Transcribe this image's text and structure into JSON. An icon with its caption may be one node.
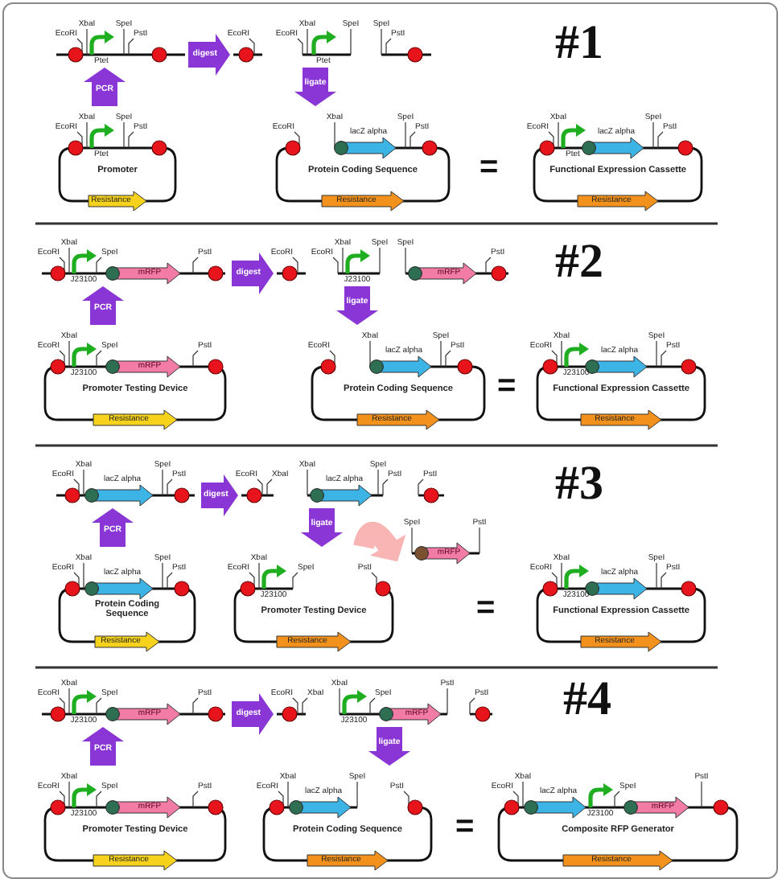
{
  "diagram": {
    "nodes": [
      {
        "text": [
          "EcoRI",
          "XbaI",
          "Ptet",
          "SpeI",
          "PstI"
        ]
      },
      {
        "text": [
          "EcoRI",
          "XbaI",
          "Ptet",
          "SpeI",
          "PstI",
          "Promoter",
          "Resistance"
        ]
      },
      {
        "text": [
          "EcoRI"
        ]
      },
      {
        "text": [
          "EcoRI",
          "XbaI",
          "Ptet",
          "SpeI"
        ]
      },
      {
        "text": [
          "SpeI",
          "PstI"
        ]
      },
      {
        "text": [
          "EcoRI",
          "XbaI",
          "lacZ alpha",
          "SpeI",
          "PstI",
          "Protein Coding Sequence",
          "Resistance"
        ]
      },
      {
        "text": [
          "EcoRI",
          "XbaI",
          "Ptet",
          "lacZ alpha",
          "SpeI",
          "PstI",
          "Functional Expression Cassette",
          "Resistance"
        ]
      },
      {
        "text": [
          "EcoRI",
          "XbaI",
          "J23100",
          "SpeI",
          "mRFP",
          "PstI"
        ]
      },
      {
        "text": [
          "EcoRI",
          "XbaI",
          "J23100",
          "SpeI",
          "mRFP",
          "PstI",
          "Promoter Testing Device",
          "Resistance"
        ]
      },
      {
        "text": [
          "EcoRI"
        ]
      },
      {
        "text": [
          "EcoRI",
          "XbaI",
          "J23100",
          "SpeI"
        ]
      },
      {
        "text": [
          "SpeI",
          "mRFP",
          "PstI"
        ]
      },
      {
        "text": [
          "EcoRI",
          "XbaI",
          "lacZ alpha",
          "SpeI",
          "PstI",
          "Protein Coding Sequence",
          "Resistance"
        ]
      },
      {
        "text": [
          "EcoRI",
          "XbaI",
          "J23100",
          "lacZ alpha",
          "SpeI",
          "PstI",
          "Functional Expression Cassette",
          "Resistance"
        ]
      },
      {
        "text": [
          "EcoRI",
          "XbaI",
          "lacZ alpha",
          "SpeI",
          "PstI"
        ]
      },
      {
        "text": [
          "EcoRI",
          "XbaI",
          "lacZ alpha",
          "SpeI",
          "PstI",
          "Protein Coding Sequence",
          "Resistance"
        ]
      },
      {
        "text": [
          "EcoRI",
          "XbaI"
        ]
      },
      {
        "text": [
          "XbaI",
          "lacZ alpha",
          "SpeI",
          "PstI"
        ]
      },
      {
        "text": [
          "PstI"
        ]
      },
      {
        "text": [
          "EcoRI",
          "XbaI",
          "J23100",
          "SpeI",
          "PstI",
          "Promoter Testing Device",
          "Resistance"
        ]
      },
      {
        "text": [
          "SpeI",
          "mRFP",
          "PstI"
        ]
      },
      {
        "text": [
          "EcoRI",
          "XbaI",
          "J23100",
          "lacZ alpha",
          "SpeI",
          "PstI",
          "Functional Expression Cassette",
          "Resistance"
        ]
      },
      {
        "text": [
          "EcoRI",
          "XbaI",
          "J23100",
          "SpeI",
          "mRFP",
          "PstI"
        ]
      },
      {
        "text": [
          "EcoRI",
          "XbaI",
          "J23100",
          "SpeI",
          "mRFP",
          "PstI",
          "Promoter Testing Device",
          "Resistance"
        ]
      },
      {
        "text": [
          "EcoRI",
          "XbaI"
        ]
      },
      {
        "text": [
          "XbaI",
          "J23100",
          "SpeI",
          "mRFP",
          "PstI"
        ]
      },
      {
        "text": [
          "PstI"
        ]
      },
      {
        "text": [
          "EcoRI",
          "XbaI",
          "lacZ alpha",
          "SpeI",
          "PstI",
          "Protein Coding Sequence",
          "Resistance"
        ]
      },
      {
        "text": [
          "EcoRI",
          "XbaI",
          "lacZ alpha",
          "J23100",
          "SpeI",
          "mRFP",
          "PstI",
          "Composite RFP Generator",
          "Resistance"
        ]
      }
    ],
    "edges": [
      {
        "from": 1,
        "to": 0,
        "arrow": "to",
        "label": "PCR"
      },
      {
        "from": 0,
        "to": 2,
        "arrow": "to",
        "label": "digest"
      },
      {
        "from": 3,
        "to": 5,
        "arrow": "to",
        "label": "ligate"
      },
      {
        "from": 8,
        "to": 7,
        "arrow": "to",
        "label": "PCR"
      },
      {
        "from": 7,
        "to": 9,
        "arrow": "to",
        "label": "digest"
      },
      {
        "from": 10,
        "to": 12,
        "arrow": "to",
        "label": "ligate"
      },
      {
        "from": 15,
        "to": 14,
        "arrow": "to",
        "label": "PCR"
      },
      {
        "from": 14,
        "to": 16,
        "arrow": "to",
        "label": "digest"
      },
      {
        "from": 17,
        "to": 19,
        "arrow": "to",
        "label": "ligate"
      },
      {
        "from": 19,
        "to": 20,
        "arrow": "to",
        "color": "#f9b4b4"
      },
      {
        "from": 23,
        "to": 22,
        "arrow": "to",
        "label": "PCR"
      },
      {
        "from": 22,
        "to": 24,
        "arrow": "to",
        "label": "digest"
      },
      {
        "from": 25,
        "to": 27,
        "arrow": "to",
        "label": "ligate"
      }
    ],
    "labels": [
      "#1",
      "=",
      "#2",
      "=",
      "#3",
      "=",
      "#4",
      "="
    ]
  }
}
